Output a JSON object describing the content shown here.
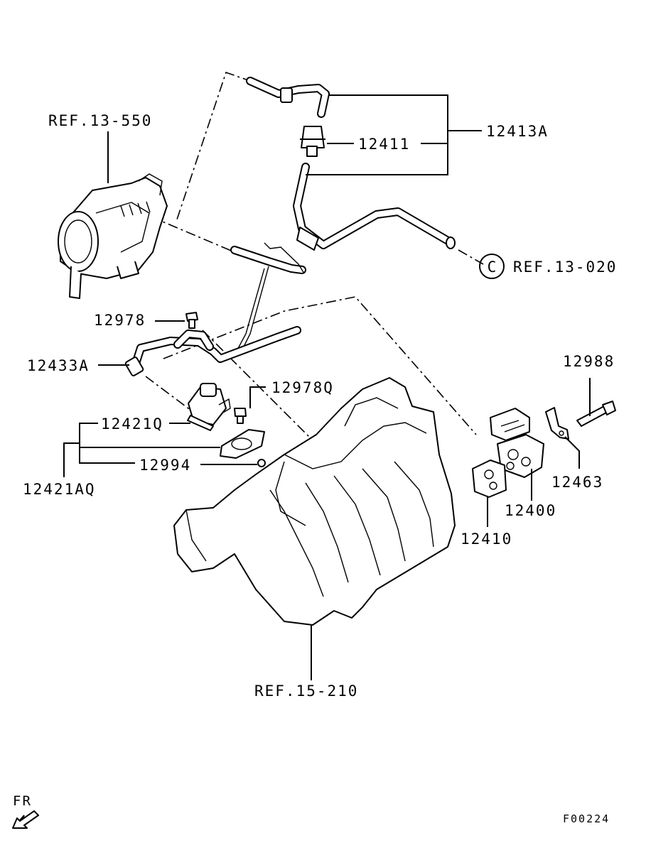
{
  "labels": {
    "ref_13_550": "REF.13-550",
    "ref_13_020": "REF.13-020",
    "ref_15_210": "REF.15-210",
    "circle_c": "C",
    "p12413A": "12413A",
    "p12411": "12411",
    "p12978": "12978",
    "p12433A": "12433A",
    "p12978Q": "12978Q",
    "p12421Q": "12421Q",
    "p12994": "12994",
    "p12421AQ": "12421AQ",
    "p12988": "12988",
    "p12463": "12463",
    "p12400": "12400",
    "p12410": "12410",
    "fr": "FR",
    "figure_code": "F00224"
  },
  "icons": {
    "front_arrow": "front-direction-arrow-icon"
  }
}
